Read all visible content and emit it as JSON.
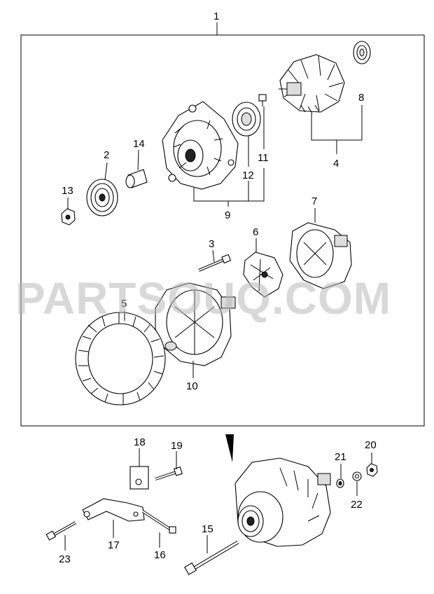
{
  "watermark": "PARTSOUQ.COM",
  "callouts": {
    "c1": "1",
    "c2": "2",
    "c3": "3",
    "c4": "4",
    "c5": "5",
    "c6": "6",
    "c7": "7",
    "c8": "8",
    "c9": "9",
    "c10": "10",
    "c11": "11",
    "c12": "12",
    "c13": "13",
    "c14": "14",
    "c15": "15",
    "c16": "16",
    "c17": "17",
    "c18": "18",
    "c19": "19",
    "c20": "20",
    "c21": "21",
    "c22": "22",
    "c23": "23"
  }
}
